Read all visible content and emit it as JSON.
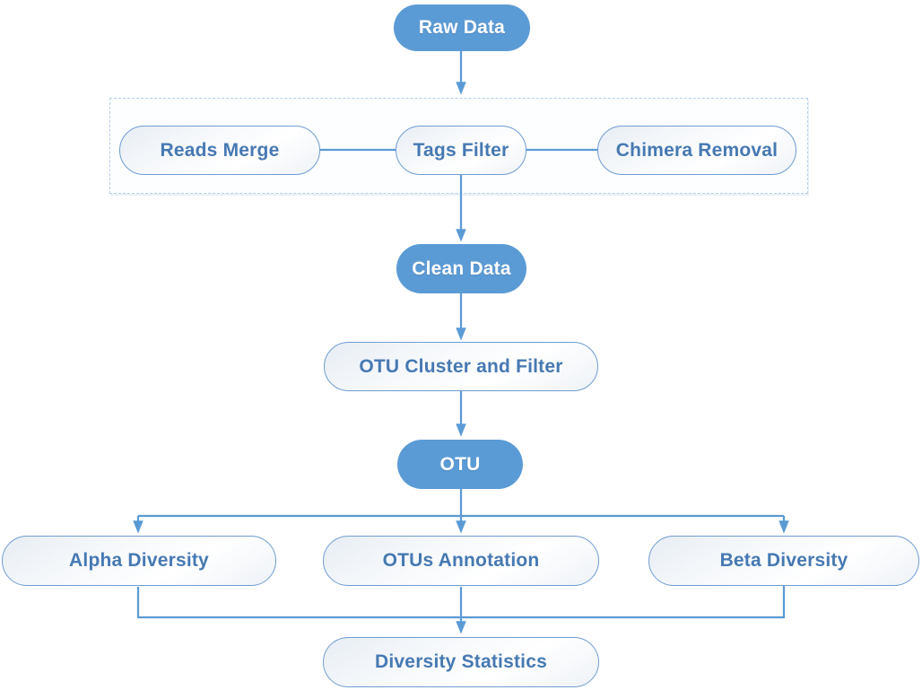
{
  "diagram_type": "flowchart",
  "colors": {
    "solid_node_fill": "#5b9bd5",
    "solid_node_text": "#ffffff",
    "outlined_node_border": "#6f9cd2",
    "outlined_node_text": "#4679b2",
    "connector_line": "#5b9bd5",
    "group_box_dashed_border": "#b3cfe9",
    "background": "#ffffff"
  },
  "nodes": {
    "raw_data": {
      "label": "Raw Data",
      "style": "solid-blue"
    },
    "reads_merge": {
      "label": "Reads Merge",
      "style": "outlined"
    },
    "tags_filter": {
      "label": "Tags Filter",
      "style": "outlined"
    },
    "chimera_removal": {
      "label": "Chimera Removal",
      "style": "outlined"
    },
    "clean_data": {
      "label": "Clean Data",
      "style": "solid-blue"
    },
    "otu_cluster_and_filter": {
      "label": "OTU Cluster and Filter",
      "style": "outlined"
    },
    "otu": {
      "label": "OTU",
      "style": "solid-blue"
    },
    "alpha_diversity": {
      "label": "Alpha Diversity",
      "style": "outlined"
    },
    "otus_annotation": {
      "label": "OTUs Annotation",
      "style": "outlined"
    },
    "beta_diversity": {
      "label": "Beta Diversity",
      "style": "outlined"
    },
    "diversity_statistics": {
      "label": "Diversity Statistics",
      "style": "outlined"
    }
  },
  "groups": [
    {
      "name": "preprocessing-dashed-box",
      "members": [
        "Reads Merge",
        "Tags Filter",
        "Chimera Removal"
      ]
    }
  ],
  "edges": [
    {
      "from": "Raw Data",
      "to": "Tags Filter"
    },
    {
      "from": "Reads Merge",
      "to": "Tags Filter",
      "type": "plain-link"
    },
    {
      "from": "Tags Filter",
      "to": "Chimera Removal",
      "type": "plain-link"
    },
    {
      "from": "Tags Filter",
      "to": "Clean Data"
    },
    {
      "from": "Clean Data",
      "to": "OTU Cluster and Filter"
    },
    {
      "from": "OTU Cluster and Filter",
      "to": "OTU"
    },
    {
      "from": "OTU",
      "to": "Alpha Diversity"
    },
    {
      "from": "OTU",
      "to": "OTUs Annotation"
    },
    {
      "from": "OTU",
      "to": "Beta Diversity"
    },
    {
      "from": "Alpha Diversity",
      "to": "Diversity Statistics"
    },
    {
      "from": "OTUs Annotation",
      "to": "Diversity Statistics"
    },
    {
      "from": "Beta Diversity",
      "to": "Diversity Statistics"
    }
  ]
}
